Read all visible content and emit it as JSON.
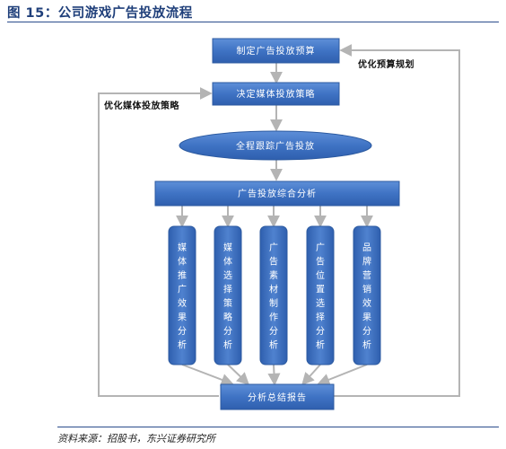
{
  "figure": {
    "title": "图 15：公司游戏广告投放流程",
    "source": "资料来源：招股书，东兴证券研究所"
  },
  "diagram": {
    "steps": {
      "budget": "制定广告投放预算",
      "strategy": "决定媒体投放策略",
      "tracking": "全程跟踪广告投放",
      "analysis": "广告投放综合分析",
      "report": "分析总结报告"
    },
    "branches": [
      "媒体推广效果分析",
      "媒体选择策略分析",
      "广告素材制作分析",
      "广告位置选择分析",
      "品牌营销效果分析"
    ],
    "feedback": {
      "budget_label": "优化预算规划",
      "media_label": "优化媒体投放策略"
    }
  },
  "colors": {
    "box_fill": "#3f73c4",
    "box_stroke": "#2c5aa0",
    "arrow": "#b4b4b4",
    "title": "#1f3f7a"
  }
}
